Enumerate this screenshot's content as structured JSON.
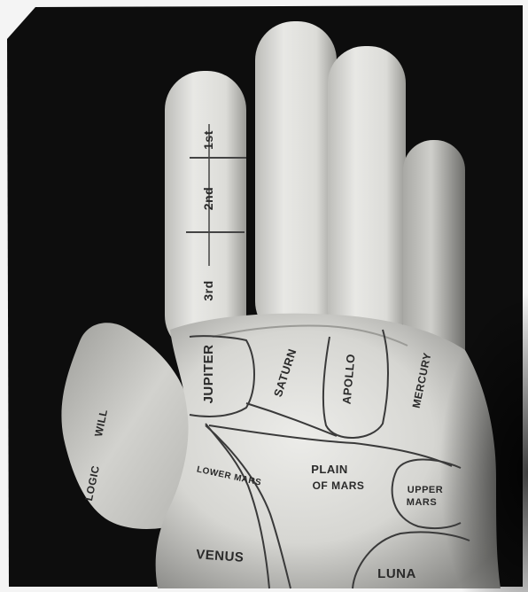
{
  "colors": {
    "background": "#0d0d0d",
    "border": "#f4f4f4",
    "skin_light": "#e9e9e7",
    "skin_mid": "#c9c9c6",
    "skin_dark": "#8e8e8b",
    "ink": "#2a2a2a"
  },
  "phalanges": {
    "first": "1st",
    "second": "2nd",
    "third": "3rd"
  },
  "mounts": {
    "jupiter": "JUPITER",
    "saturn": "SATURN",
    "apollo": "APOLLO",
    "mercury": "MERCURY",
    "lower_mars": "LOWER MARS",
    "plain_of_mars_line1": "PLAIN",
    "plain_of_mars_line2": "OF MARS",
    "upper_mars_line1": "UPPER",
    "upper_mars_line2": "MARS",
    "venus": "VENUS",
    "luna": "LUNA"
  },
  "thumb": {
    "logic": "LOGIC",
    "will": "WILL"
  }
}
